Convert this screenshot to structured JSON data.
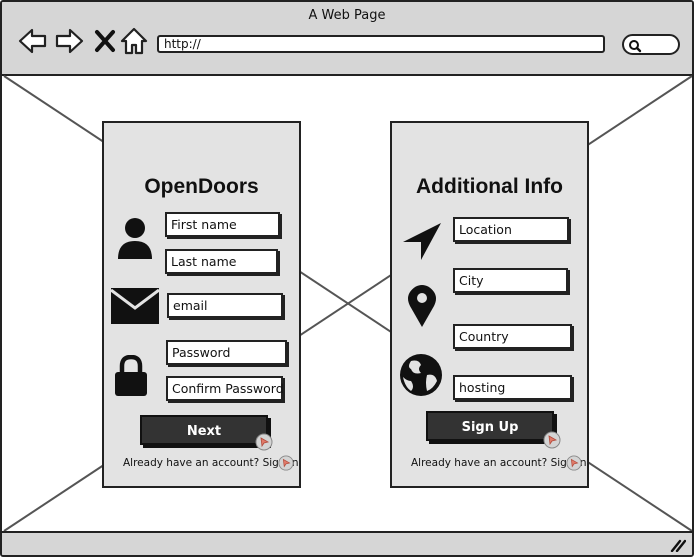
{
  "window": {
    "title": "A Web Page"
  },
  "browser": {
    "url": "http://",
    "search_placeholder": ""
  },
  "signup_panel": {
    "title": "OpenDoors",
    "fields": {
      "first_name": "First name",
      "last_name": "Last name",
      "email": "email",
      "password": "Password",
      "confirm_password": "Confirm Password"
    },
    "next_button": "Next",
    "signin_text": "Already have an account? Sign In"
  },
  "info_panel": {
    "title": "Additional Info",
    "fields": {
      "location": "Location",
      "city": "City",
      "country": "Country",
      "hosting": "hosting"
    },
    "signup_button": "Sign Up",
    "signin_text": "Already have an account? Sign In"
  },
  "colors": {
    "chrome": "#d6d6d6",
    "panel": "#e3e3e3",
    "button": "#333333",
    "cursor": "#e07a6a"
  }
}
